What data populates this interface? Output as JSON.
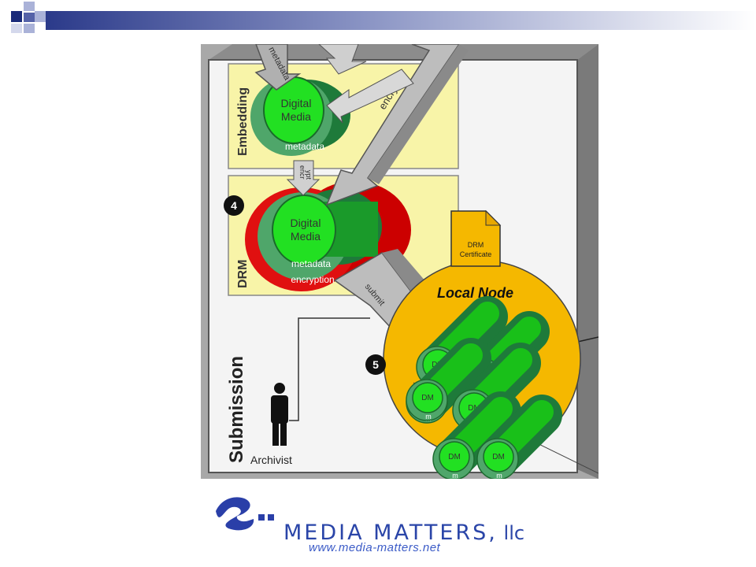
{
  "header": {
    "accent_color": "#1a2a7a",
    "gradient_color": "#3a4ea0"
  },
  "diagram": {
    "zones": {
      "embedding": "Embedding",
      "drm": "DRM",
      "submission": "Submission"
    },
    "steps": {
      "step4": "4",
      "step5": "5"
    },
    "media_top": {
      "line1": "Digital",
      "line2": "Media",
      "ring": "metadata"
    },
    "media_drm": {
      "line1": "Digital",
      "line2": "Media",
      "ring1": "metadata",
      "ring2": "encryption"
    },
    "arrows": {
      "metadata_top": "metadata",
      "encrypt_big": "encrypt",
      "encrypt_small_1": "encr",
      "encrypt_small_2": "ypt",
      "submit": "submit"
    },
    "certificate": {
      "line1": "DRM",
      "line2": "Certificate"
    },
    "local_node": "Local Node",
    "cylinders": {
      "dm": "DM",
      "m": "m"
    },
    "person": "Archivist",
    "colors": {
      "yellow_zone": "#f8f4a8",
      "green_dark": "#2e8a4a",
      "green_light": "#22e022",
      "red_ring": "#e01010",
      "node_orange": "#f5b800",
      "arrow_gray": "#9a9a9a"
    }
  },
  "footer": {
    "brand_main": "MEDIA MATTERS,",
    "brand_suffix": " llc",
    "url": "www.media-matters.net"
  }
}
